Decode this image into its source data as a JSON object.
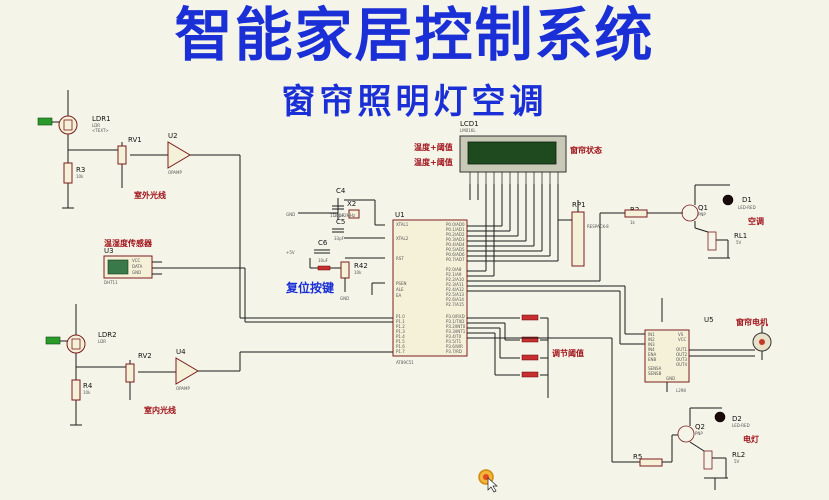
{
  "title": "智能家居控制系统",
  "subtitle": "窗帘照明灯空调",
  "labels": {
    "outdoor_light": "室外光线",
    "indoor_light": "室内光线",
    "temp_humidity_sensor": "温湿度传感器",
    "reset_key": "复位按键",
    "adjust_threshold": "调节阈值",
    "curtain_status": "窗帘状态",
    "temp_threshold_1": "温度+阈值",
    "temp_threshold_2": "温度+阈值",
    "air_conditioner": "空调",
    "curtain_motor": "窗帘电机",
    "electric_light": "电灯"
  },
  "components": {
    "ldr1": "LDR1",
    "ldr2": "LDR2",
    "rv1": "RV1",
    "rv2": "RV2",
    "u2": "U2",
    "u4": "U4",
    "u1": "U1",
    "u3": "U3",
    "u5": "U5",
    "r3": "R3",
    "r4": "R4",
    "r42": "R42",
    "r2": "R2",
    "r5": "R5",
    "c4": "C4",
    "c5": "C5",
    "c6": "C6",
    "x2": "X2",
    "lcd1": "LCD1",
    "rp1": "RP1",
    "q1": "Q1",
    "q2": "Q2",
    "d1": "D1",
    "d2": "D2",
    "rl1": "RL1",
    "rl2": "RL2",
    "mcu_model": "AT89C51",
    "driver_model": "L298",
    "rp_model": "RESPACK-8",
    "lcd_model": "LM016L",
    "opamp_model": "OPAMP",
    "sensor_model": "DHT11",
    "pnp": "PNP",
    "led_red": "LED-RED",
    "relay_v": "5V",
    "sensor_pins": [
      "VCC",
      "DATA",
      "GND"
    ],
    "mcu_left_pins": [
      "XTAL1",
      "XTAL2",
      "RST",
      "PSEN",
      "ALE",
      "EA",
      "P1.0",
      "P1.1",
      "P1.2",
      "P1.3",
      "P1.4",
      "P1.5",
      "P1.6",
      "P1.7"
    ],
    "mcu_right_pins": [
      "P0.0/AD0",
      "P0.1/AD1",
      "P0.2/AD2",
      "P0.3/AD3",
      "P0.4/AD4",
      "P0.5/AD5",
      "P0.6/AD6",
      "P0.7/AD7",
      "P2.0/A8",
      "P2.1/A9",
      "P2.2/A10",
      "P2.3/A11",
      "P2.4/A12",
      "P2.5/A13",
      "P2.6/A14",
      "P2.7/A15",
      "P3.0/RXD",
      "P3.1/TXD",
      "P3.2/INT0",
      "P3.3/INT1",
      "P3.4/T0",
      "P3.5/T1",
      "P3.6/WR",
      "P3.7/RD"
    ],
    "driver_left_pins": [
      "IN1",
      "IN2",
      "IN3",
      "IN4",
      "ENA",
      "ENB",
      "SENSA",
      "SENSB"
    ],
    "driver_right_pins": [
      "VS",
      "VCC",
      "OUT1",
      "OUT2",
      "OUT3",
      "OUT4",
      "GND"
    ]
  }
}
